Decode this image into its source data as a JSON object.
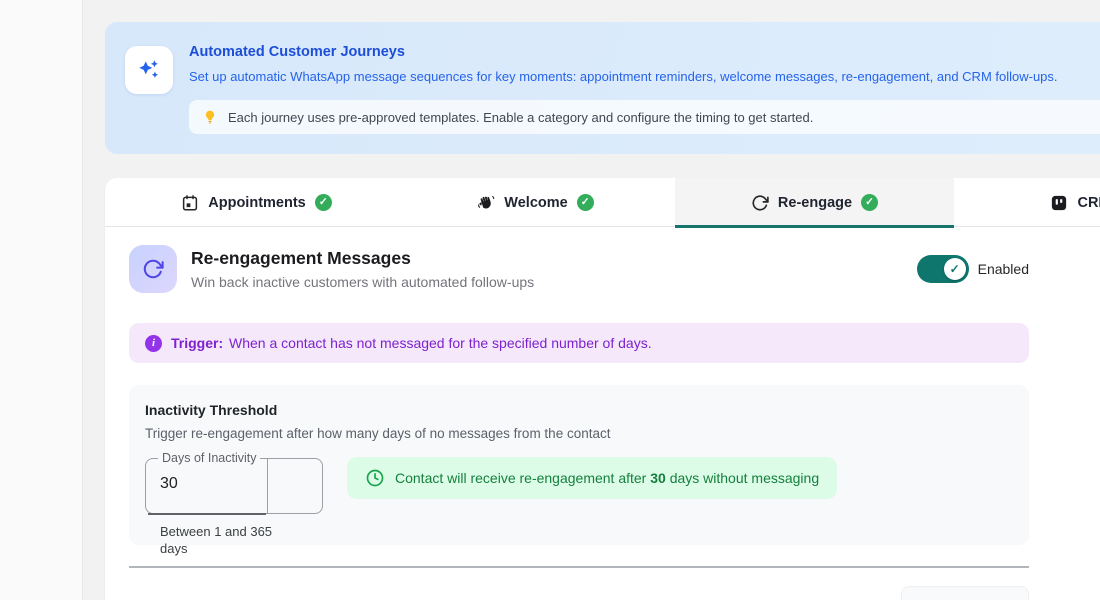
{
  "banner": {
    "title": "Automated Customer Journeys",
    "subtitle": "Set up automatic WhatsApp message sequences for key moments: appointment reminders, welcome messages, re-engagement, and CRM follow-ups.",
    "tip": "Each journey uses pre-approved templates. Enable a category and configure the timing to get started.",
    "accent_color": "#1d4ed8"
  },
  "tabs": [
    {
      "label": "Appointments",
      "icon": "calendar-icon",
      "status": "complete",
      "active": false
    },
    {
      "label": "Welcome",
      "icon": "wave-icon",
      "status": "complete",
      "active": false
    },
    {
      "label": "Re-engage",
      "icon": "refresh-icon",
      "status": "complete",
      "active": true
    },
    {
      "label": "CRM",
      "icon": "kanban-icon",
      "status": "complete",
      "active": false
    }
  ],
  "panel": {
    "title": "Re-engagement Messages",
    "subtitle": "Win back inactive customers with automated follow-ups",
    "toggle": {
      "state": "on",
      "label": "Enabled",
      "color": "#0f766e"
    },
    "trigger": {
      "label": "Trigger:",
      "text": "When a contact has not messaged for the specified number of days."
    },
    "threshold": {
      "title": "Inactivity Threshold",
      "subtitle": "Trigger re-engagement after how many days of no messages from the contact",
      "input_label": "Days of Inactivity",
      "input_value": "30",
      "helper": "Between 1 and 365 days",
      "summary_prefix": "Contact will receive re-engagement after",
      "summary_value": "30",
      "summary_suffix": "days without messaging"
    }
  },
  "glyphs": {
    "check": "✓",
    "info": "i"
  },
  "colors": {
    "tab_underline": "#15756d",
    "toggle_on": "#0f766e",
    "trigger_bg": "#f5e8fa",
    "trigger_text": "#7e22ce",
    "summary_bg": "#dcfce7",
    "summary_text": "#15803d",
    "check_badge": "#34ad5b"
  }
}
